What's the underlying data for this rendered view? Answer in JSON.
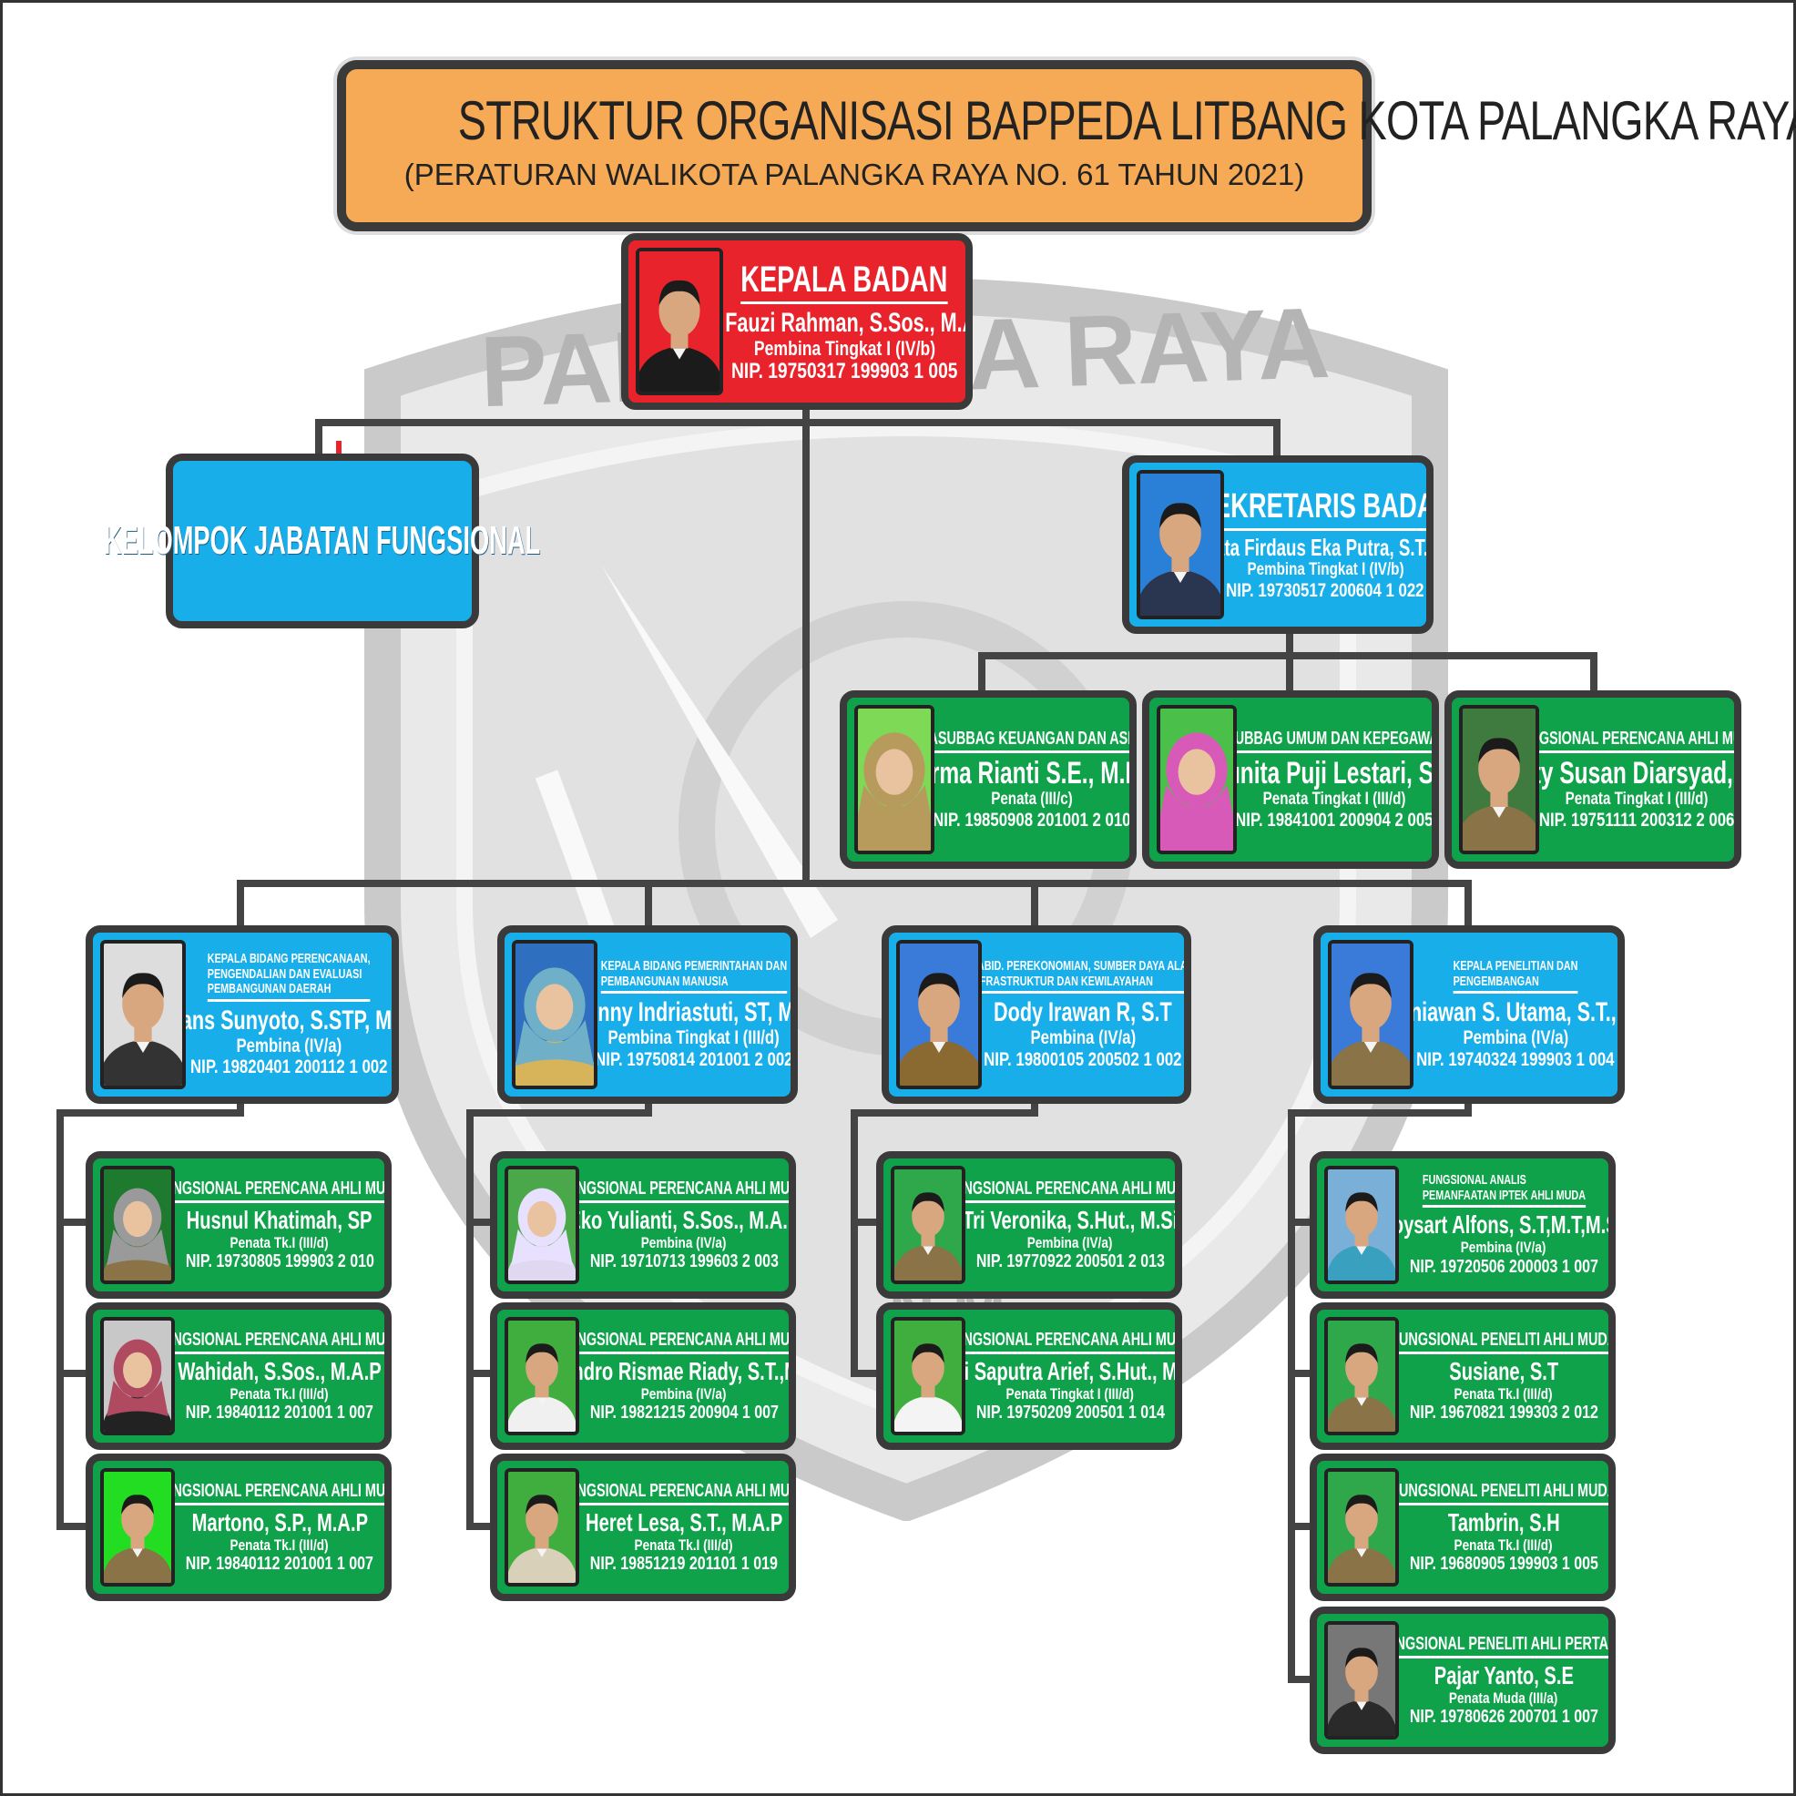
{
  "title": {
    "main": "STRUKTUR ORGANISASI BAPPEDA LITBANG KOTA PALANGKA RAYA",
    "sub": "(PERATURAN WALIKOTA PALANGKA RAYA NO. 61 TAHUN 2021)"
  },
  "emblem": {
    "text_top": "PALANGKA RAYA",
    "text_bottom": "N M"
  },
  "colors": {
    "head": "#e8232b",
    "blue": "#17aeea",
    "green": "#10a14b",
    "title": "#f6aa55",
    "border": "#3a3a3a"
  },
  "kelompok": "KELOMPOK JABATAN FUNGSIONAL",
  "kepala": {
    "role": "KEPALA BADAN",
    "name": "Dr. Fauzi Rahman, S.Sos., M.A.P",
    "rank": "Pembina Tingkat I (IV/b)",
    "nip": "NIP. 19750317 199903 1 005",
    "bg": "#e8232b",
    "suit": "#1b1b1b"
  },
  "sekretaris": {
    "role": "SEKRETARIS BADAN",
    "name": "Sonata Firdaus Eka Putra, S.T., M.T",
    "rank": "Pembina Tingkat I (IV/b)",
    "nip": "NIP. 19730517 200604 1 022",
    "bg": "#2a7fd6",
    "suit": "#2a3550"
  },
  "sekretariat": [
    {
      "role": "KASUBBAG KEUANGAN DAN ASET",
      "name": "Irma Rianti S.E., M.E",
      "rank": "Penata  (III/c)",
      "nip": "NIP. 19850908 201001 2 010",
      "bg": "#7ed957",
      "suit": "#b79b5c",
      "hijab": "#b79b5c"
    },
    {
      "role": "KASUBBAG UMUM DAN KEPEGAWAIAN",
      "name": "Yunita Puji Lestari, S.H",
      "rank": "Penata Tingkat I (III/d)",
      "nip": "NIP. 19841001 200904 2 005",
      "bg": "#4ac04a",
      "suit": "#d85ab8",
      "hijab": "#d85ab8"
    },
    {
      "role": "FUNGSIONAL PERENCANA AHLI MUDA",
      "name": "Esty Susan Diarsyad, ST",
      "rank": "Penata Tingkat I (III/d)",
      "nip": "NIP. 19751111 200312 2 006",
      "bg": "#3f7a3f",
      "suit": "#8a7346"
    }
  ],
  "bidang": [
    {
      "role": "KEPALA BIDANG PERENCANAAN, PENGENDALIAN DAN EVALUASI PEMBANGUNAN DAERAH",
      "role_lines": [
        "KEPALA BIDANG PERENCANAAN,",
        "PENGENDALIAN DAN EVALUASI",
        "PEMBANGUNAN DAERAH"
      ],
      "name": "Frans Sunyoto, S.STP, M.Si",
      "rank": "Pembina (IV/a)",
      "nip": "NIP. 19820401 200112 1 002",
      "bg": "#dddddd",
      "suit": "#333333",
      "staff": [
        {
          "role": "FUNGSIONAL PERENCANA AHLI MUDA",
          "name": "Husnul Khatimah, SP",
          "rank": "Penata Tk.I (III/d)",
          "nip": "NIP. 19730805 199903 2 010",
          "bg": "#1e7a2e",
          "suit": "#8a7346",
          "hijab": "#9a9a9a"
        },
        {
          "role": "FUNGSIONAL PERENCANA AHLI MUDA",
          "name": "Wahidah, S.Sos., M.A.P",
          "rank": "Penata Tk.I (III/d)",
          "nip": "NIP. 19840112 201001 1 007",
          "bg": "#c8c8c8",
          "suit": "#222222",
          "hijab": "#b04a60"
        },
        {
          "role": "FUNGSIONAL PERENCANA AHLI MUDA",
          "name": "Martono, S.P., M.A.P",
          "rank": "Penata Tk.I (III/d)",
          "nip": "NIP. 19840112 201001 1 007",
          "bg": "#22dd22",
          "suit": "#8a7346"
        }
      ]
    },
    {
      "role": "KEPALA BIDANG PEMERINTAHAN DAN PEMBANGUNAN MANUSIA",
      "role_lines": [
        "KEPALA BIDANG PEMERINTAHAN DAN",
        "PEMBANGUNAN MANUSIA"
      ],
      "name": "Wenny Indriastuti, ST, M.Si",
      "rank": "Pembina Tingkat I (III/d)",
      "nip": "NIP. 19750814 201001 2 002",
      "bg": "#2f6fc0",
      "suit": "#d7b45a",
      "hijab": "#6fb0c8",
      "staff": [
        {
          "role": "FUNGSIONAL PERENCANA AHLI MUDA",
          "name": "Eko Yulianti, S.Sos., M.A.P",
          "rank": "Pembina (IV/a)",
          "nip": "NIP. 19710713 199603 2 003",
          "bg": "#4aa84a",
          "suit": "#e0d8f0",
          "hijab": "#e8e0ff"
        },
        {
          "role": "FUNGSIONAL PERENCANA AHLI MUDA",
          "name": "Rendro Rismae Riady, S.T.,M.T.",
          "rank": "Pembina (IV/a)",
          "nip": "NIP. 19821215 200904 1 007",
          "bg": "#3fae3f",
          "suit": "#f0f0f0"
        },
        {
          "role": "FUNGSIONAL PERENCANA AHLI MUDA",
          "name": "Heret Lesa, S.T., M.A.P",
          "rank": "Penata Tk.I (III/d)",
          "nip": "NIP. 19851219 201101 1 019",
          "bg": "#3fae3f",
          "suit": "#d8d0b8"
        }
      ]
    },
    {
      "role": "KABID. PEREKONOMIAN, SUMBER DAYA ALAM INFRASTRUKTUR DAN KEWILAYAHAN",
      "role_lines": [
        "KABID. PEREKONOMIAN, SUMBER DAYA ALAM",
        "INFRASTRUKTUR DAN KEWILAYAHAN"
      ],
      "name": "Dody Irawan R, S.T",
      "rank": "Pembina  (IV/a)",
      "nip": "NIP. 19800105 200502 1 002",
      "bg": "#3a7ad8",
      "suit": "#8a6a30",
      "staff": [
        {
          "role": "FUNGSIONAL PERENCANA AHLI MUDA",
          "name": "Tri Veronika, S.Hut., M.Si",
          "rank": "Pembina (IV/a)",
          "nip": "NIP. 19770922 200501 2 013",
          "bg": "#2ea84a",
          "suit": "#8a7346"
        },
        {
          "role": "FUNGSIONAL PERENCANA AHLI MUDA",
          "name": "Adi Saputra Arief, S.Hut., M.Si",
          "rank": "Penata Tingkat I (III/d)",
          "nip": "NIP. 19750209 200501 1 014",
          "bg": "#3fae3f",
          "suit": "#f4f4f4"
        }
      ]
    },
    {
      "role": "KEPALA PENELITIAN DAN PENGEMBANGAN",
      "role_lines": [
        "KEPALA PENELITIAN DAN",
        "PENGEMBANGAN"
      ],
      "name": "Kurniawan S. Utama, S.T., M.T",
      "rank": "Pembina  (IV/a)",
      "nip": "NIP. 19740324 199903 1 004",
      "bg": "#3a7ad8",
      "suit": "#8a7346",
      "staff": [
        {
          "role": "FUNGSIONAL ANALIS PEMANFAATAN IPTEK AHLI MUDA",
          "role_lines": [
            "FUNGSIONAL ANALIS",
            "PEMANFAATAN IPTEK AHLI MUDA"
          ],
          "name": "Roysart Alfons, S.T,M.T,M.Sc",
          "rank": "Pembina (IV/a)",
          "nip": "NIP. 19720506 200003 1 007",
          "bg": "#7ab0d8",
          "suit": "#3aa0c0"
        },
        {
          "role": "FUNGSIONAL PENELITI AHLI MUDA",
          "name": "Susiane, S.T",
          "rank": "Penata Tk.I (III/d)",
          "nip": "NIP. 19670821 199303 2 012",
          "bg": "#2ea84a",
          "suit": "#8a7346"
        },
        {
          "role": "FUNGSIONAL PENELITI AHLI MUDA",
          "name": "Tambrin, S.H",
          "rank": "Penata Tk.I (III/d)",
          "nip": "NIP. 19680905 199903 1 005",
          "bg": "#2ea84a",
          "suit": "#8a7346"
        },
        {
          "role": "FUNGSIONAL PENELITI AHLI PERTAMA",
          "name": "Pajar Yanto, S.E",
          "rank": "Penata Muda (III/a)",
          "nip": "NIP. 19780626 200701 1 007",
          "bg": "#777777",
          "suit": "#2a2a2a"
        }
      ]
    }
  ]
}
